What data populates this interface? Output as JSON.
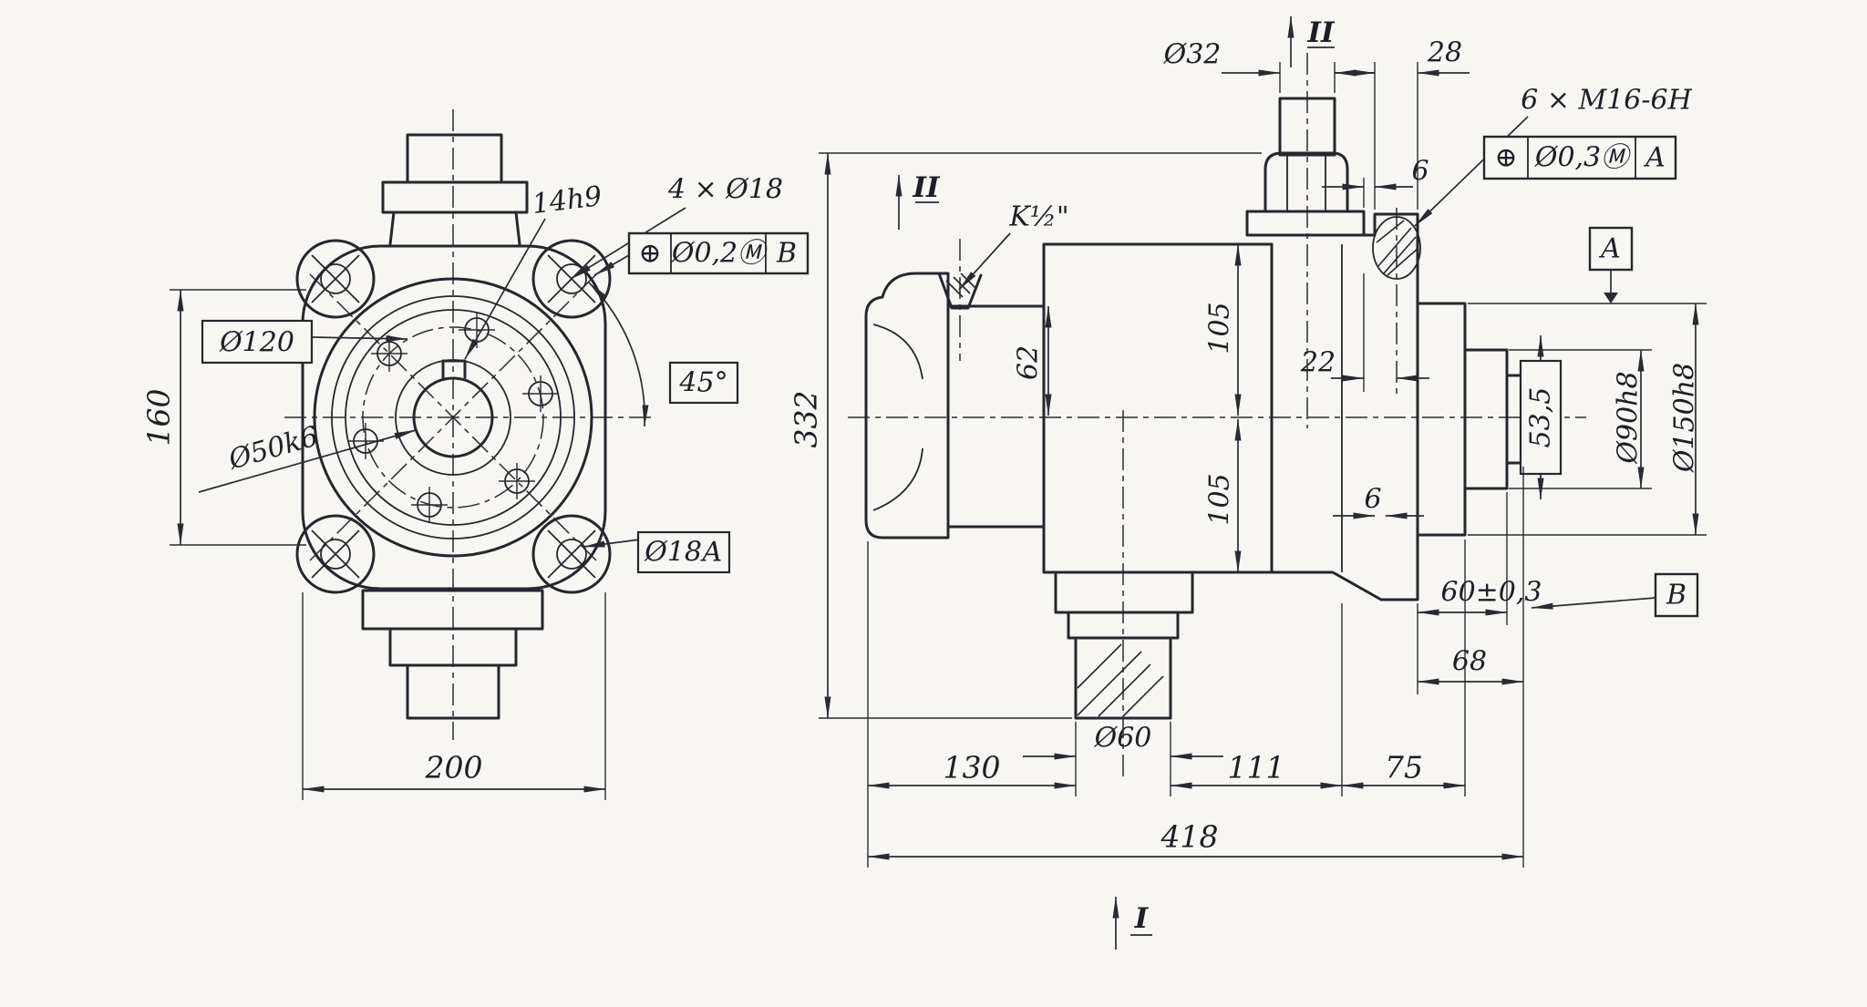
{
  "front_view": {
    "keyway": "14h9",
    "holes": "4 × Ø18",
    "fcf": {
      "symbol": "⊕",
      "tolerance": "Ø0,2Ⓜ",
      "datum": "В"
    },
    "bolt_circle": "Ø120",
    "height": "160",
    "bore": "Ø50k6",
    "angle": "45°",
    "hole_ref": "Ø18А",
    "width": "200"
  },
  "side_view": {
    "top_dia": "Ø32",
    "d28": "28",
    "thread_callout": "6 × М16-6Н",
    "fcf": {
      "symbol": "⊕",
      "tolerance": "Ø0,3Ⓜ",
      "datum": "А"
    },
    "datum_a": "А",
    "datum_b": "В",
    "port": "K½\"",
    "d62": "62",
    "d105_upper": "105",
    "d105_lower": "105",
    "d22": "22",
    "d6_upper": "6",
    "d6_lower": "6",
    "d53_5": "53,5",
    "dia90": "Ø90h8",
    "dia150": "Ø150h8",
    "d332": "332",
    "d60tol": "60±0,3",
    "d68": "68",
    "d130": "130",
    "shaft_dia": "Ø60",
    "d111": "111",
    "d75": "75",
    "d418": "418",
    "section_top": "II",
    "section_left": "II",
    "section_bottom": "I"
  }
}
